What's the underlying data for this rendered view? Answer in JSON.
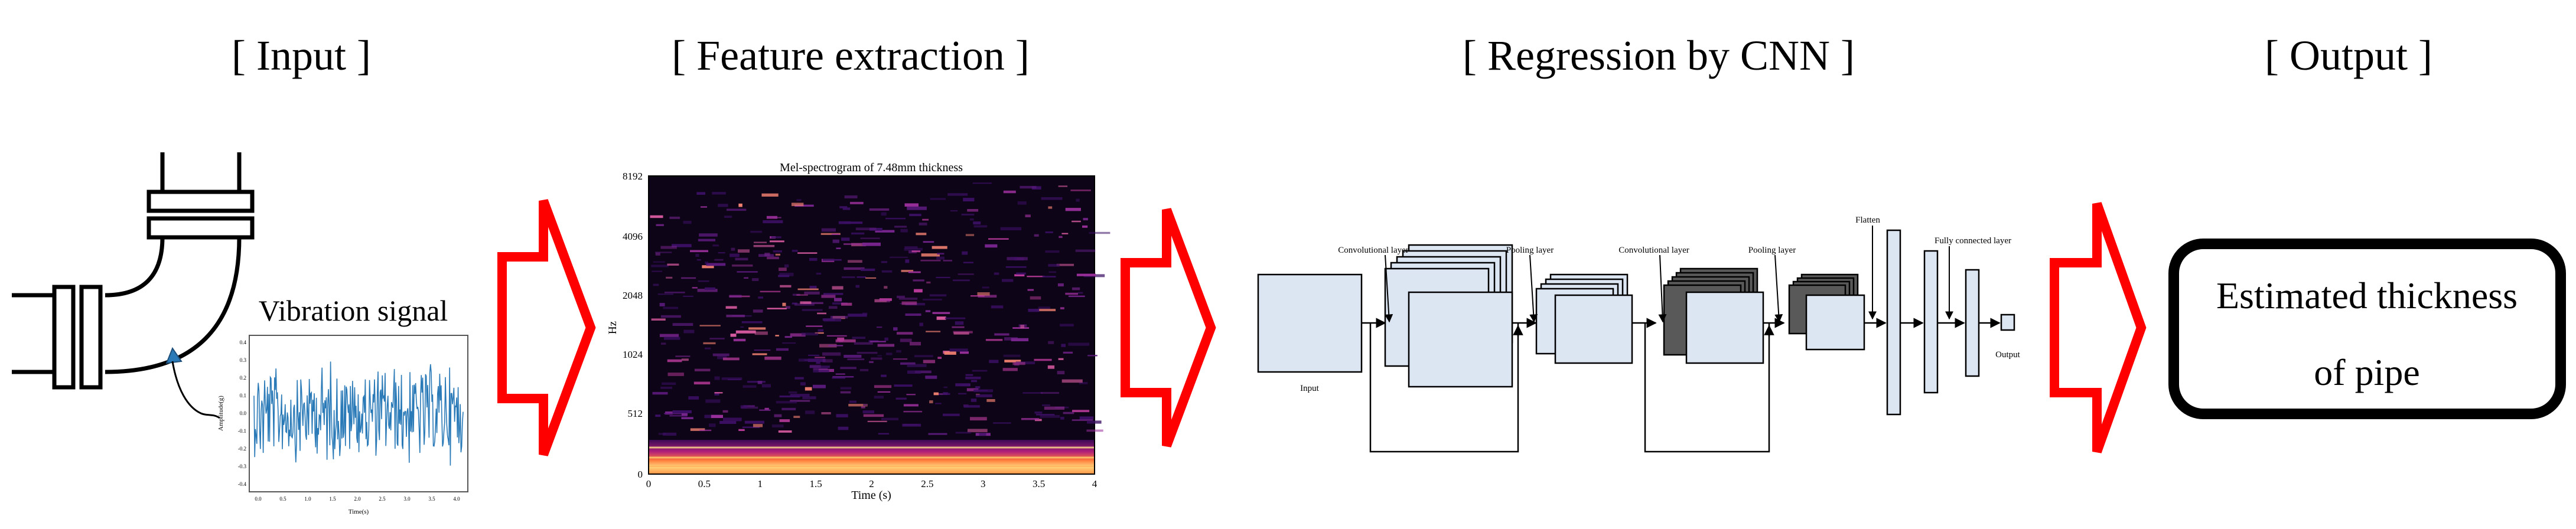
{
  "headers": {
    "input": "[ Input ]",
    "feature": "[ Feature extraction ]",
    "regression": "[ Regression by CNN ]",
    "output": "[ Output ]"
  },
  "input_panel": {
    "label": "Vibration signal",
    "x_ticks": [
      "0.0",
      "0.5",
      "1.0",
      "1.5",
      "2.0",
      "2.5",
      "3.0",
      "3.5",
      "4.0"
    ],
    "y_ticks": [
      "0.4",
      "0.3",
      "0.2",
      "0.1",
      "0.0",
      "-0.1",
      "-0.2",
      "-0.3",
      "-0.4"
    ],
    "x_label": "Time(s)",
    "y_label": "Amplitude(g)",
    "signal_color": "#2a7ab8"
  },
  "spectrogram": {
    "title": "Mel-spectrogram of 7.48mm thickness",
    "y_ticks": [
      "8192",
      "4096",
      "2048",
      "1024",
      "512",
      "0"
    ],
    "x_ticks": [
      "0",
      "0.5",
      "1",
      "1.5",
      "2",
      "2.5",
      "3",
      "3.5",
      "4"
    ],
    "y_label": "Hz",
    "x_label": "Time (s)"
  },
  "cnn": {
    "labels": {
      "conv1": "Convolutional layer",
      "pool1": "Pooling layer",
      "conv2": "Convolutional layer",
      "pool2": "Pooling layer",
      "flatten": "Flatten",
      "fc": "Fully connected layer",
      "input": "Input",
      "output": "Output"
    },
    "block_fill": "#dce6f2"
  },
  "output_box": {
    "line1": "Estimated thickness",
    "line2": "of pipe"
  },
  "colors": {
    "arrow": "#ff0000"
  }
}
